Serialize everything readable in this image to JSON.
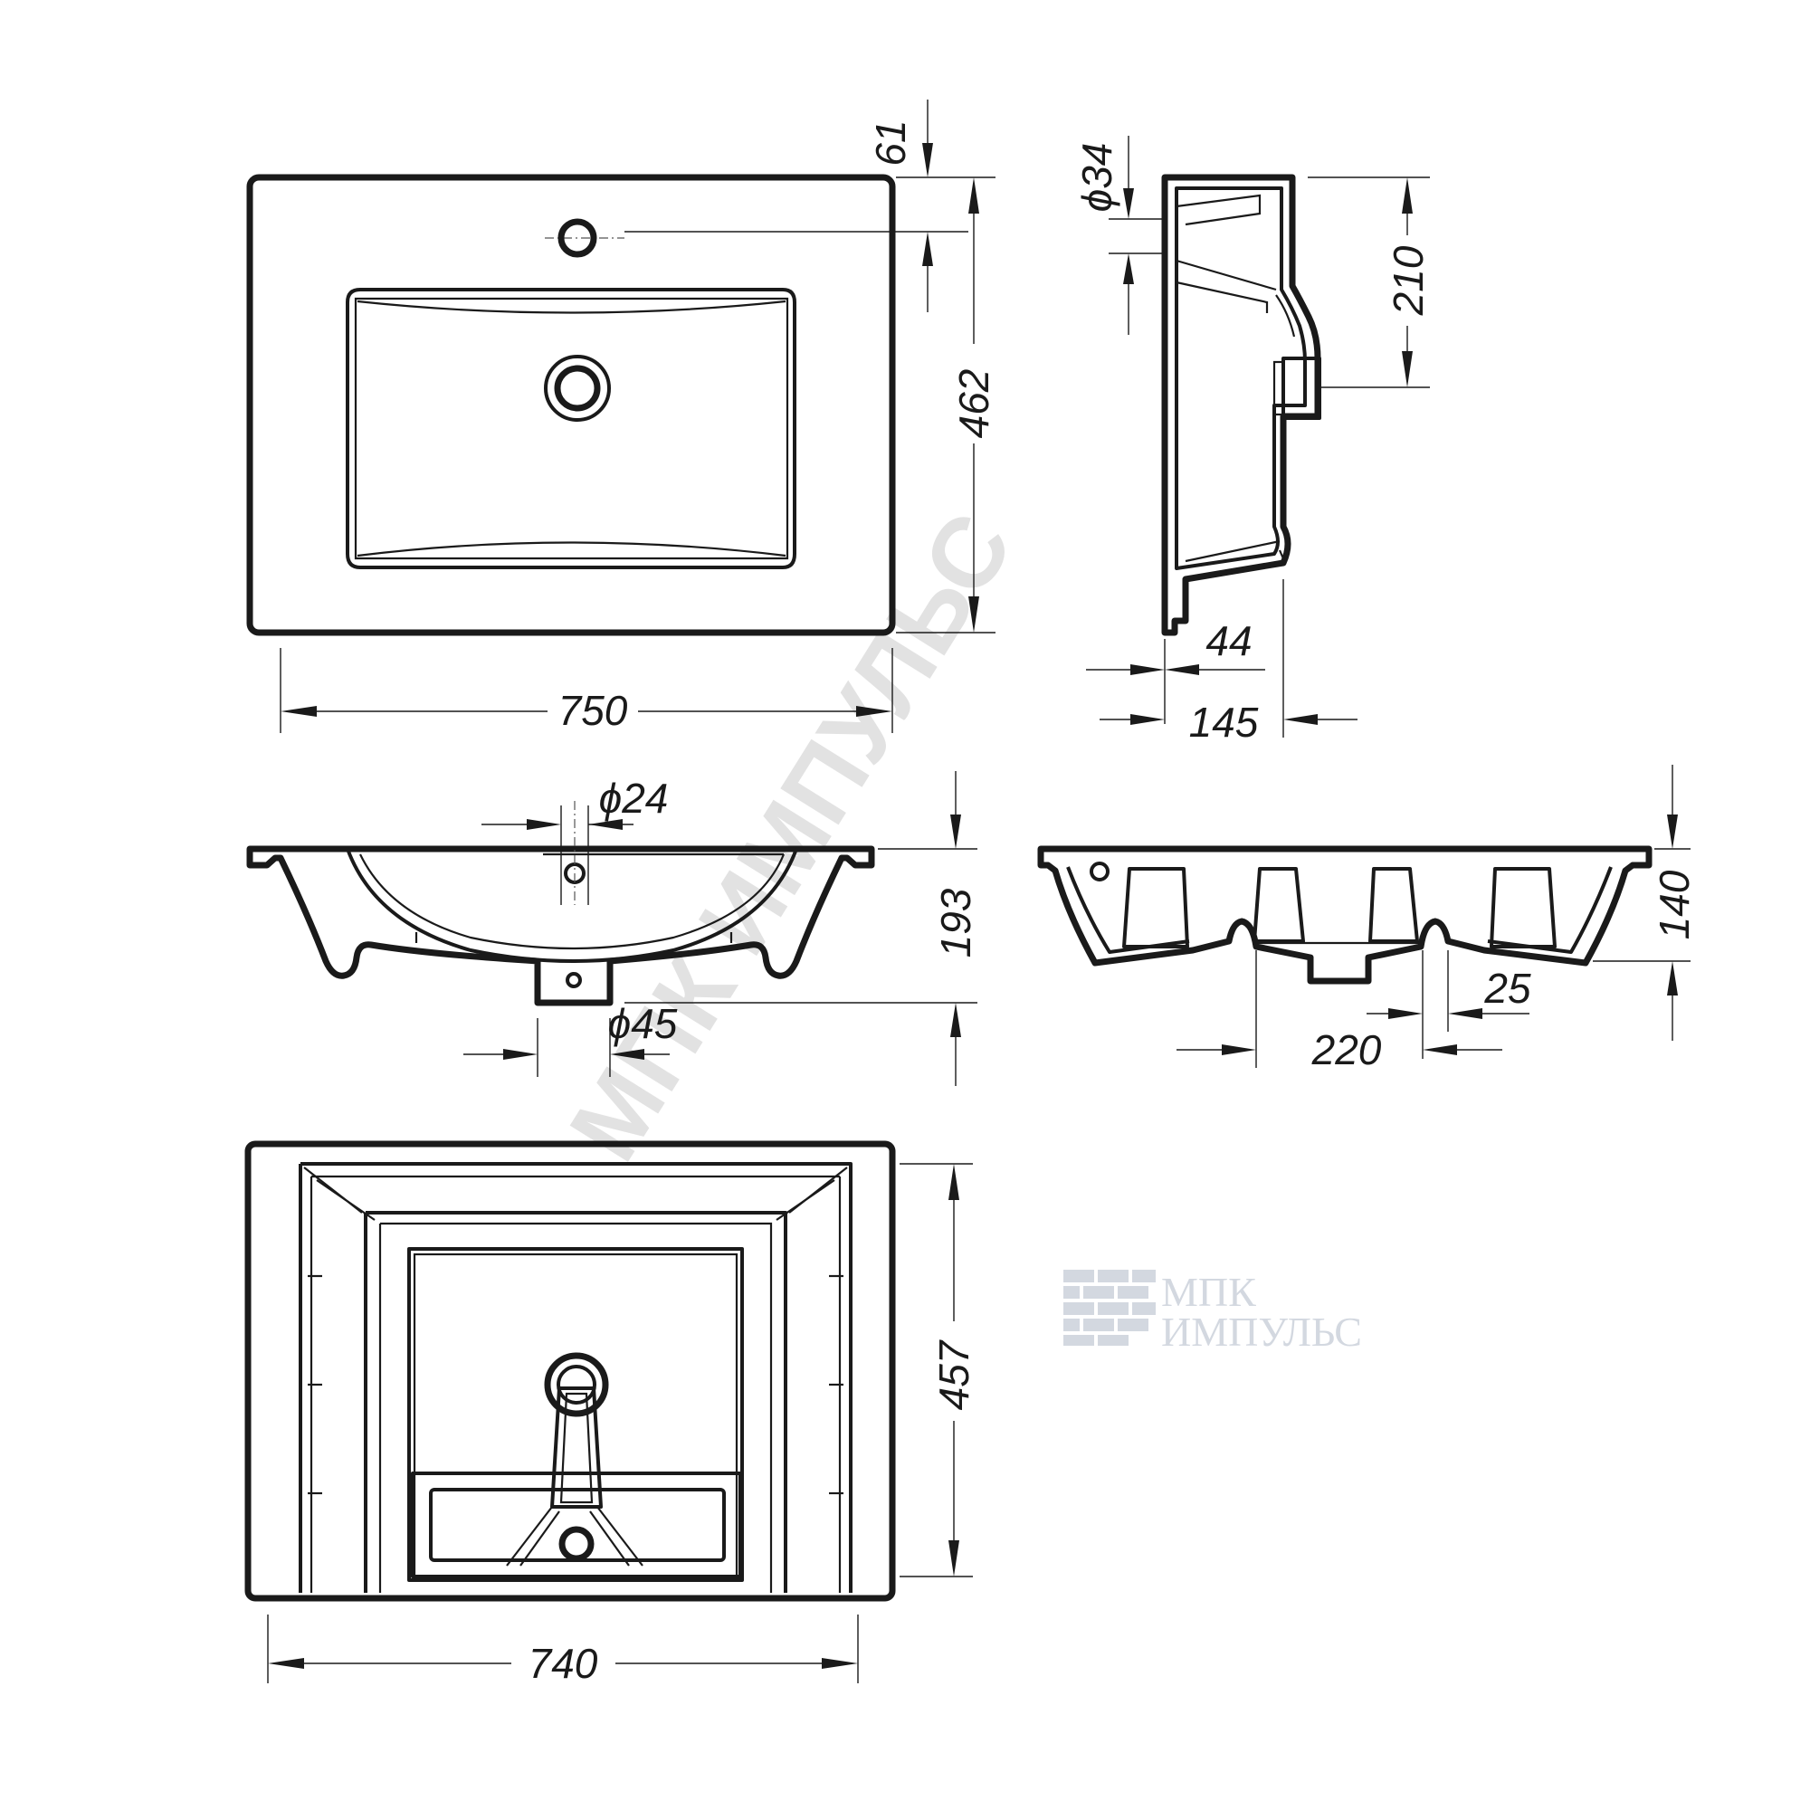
{
  "watermark": {
    "diagonal_text": "МПК ИМПУЛЬС",
    "logo_line1": "МПК",
    "logo_line2": "ИМПУЛЬС",
    "logo_color": "#d3d8e0"
  },
  "top_view": {
    "width": "750",
    "depth": "462",
    "tap_offset": "61"
  },
  "side_view": {
    "tap_hole_dia": "ϕ34",
    "drain_height": "210",
    "drain_offset": "44",
    "body_depth": "145"
  },
  "front_section": {
    "tap_dia": "ϕ24",
    "drain_dia": "ϕ45",
    "height": "193"
  },
  "rear_view": {
    "height": "140",
    "rib_width": "25",
    "rib_spacing": "220"
  },
  "bottom_view": {
    "width": "740",
    "depth": "457"
  }
}
